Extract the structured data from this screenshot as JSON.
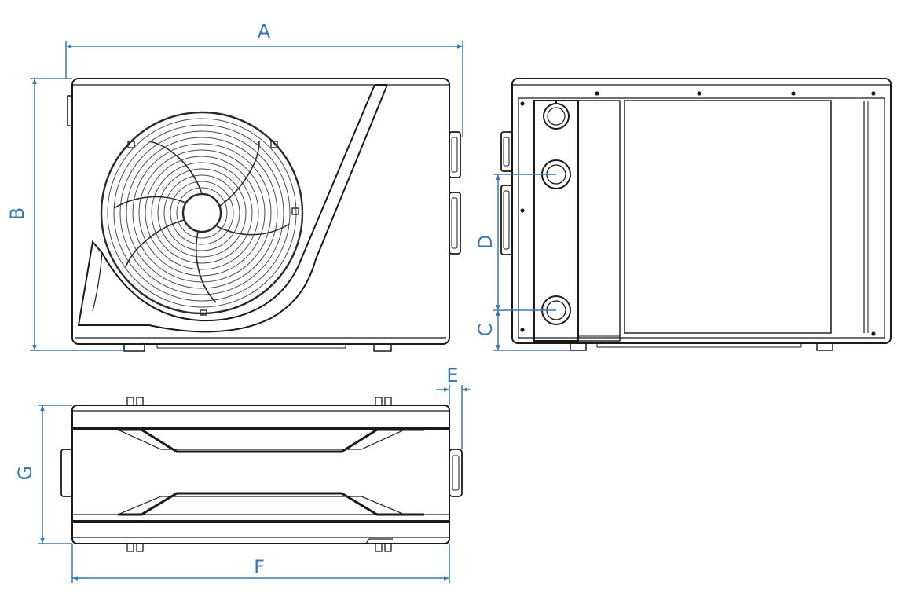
{
  "labels": {
    "a": "A",
    "b": "B",
    "c": "C",
    "d": "D",
    "e": "E",
    "f": "F",
    "g": "G"
  },
  "colors": {
    "dimension": "#3b78b4",
    "outline": "#1a1a1a",
    "grille": "#2a2a2a",
    "background": "#ffffff"
  }
}
